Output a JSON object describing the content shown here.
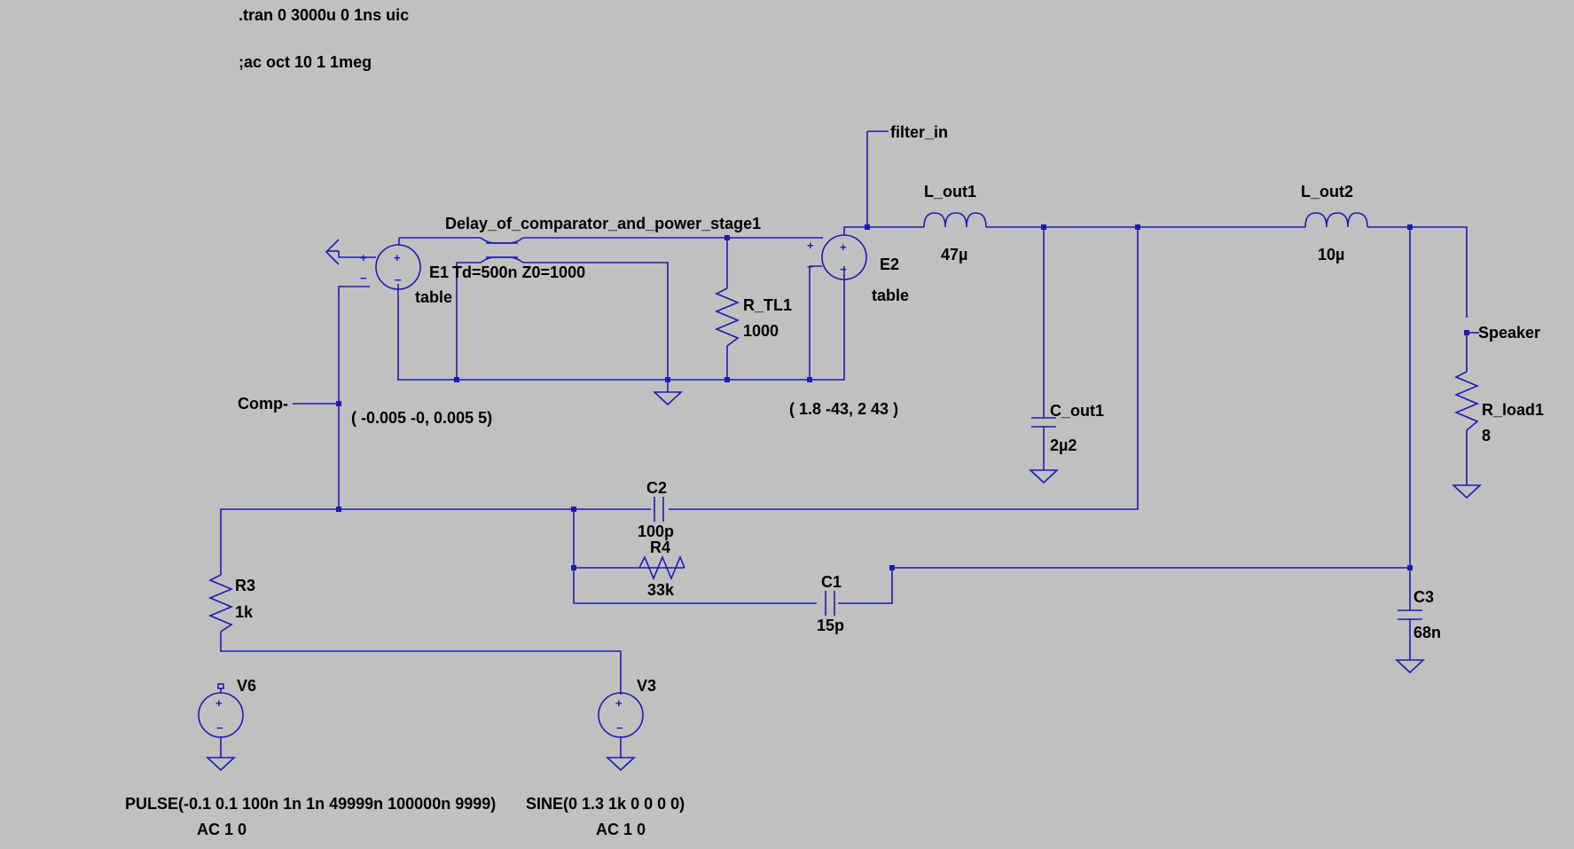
{
  "directives": {
    "tran": ".tran 0 3000u 0 1ns uic",
    "ac": ";ac oct 10 1 1meg"
  },
  "labels": {
    "filter_in": "filter_in",
    "speaker": "Speaker",
    "comp": "Comp-"
  },
  "components": {
    "tline": {
      "name": "Delay_of_comparator_and_power_stage1",
      "value": "Td=500n Z0=1000"
    },
    "e1": {
      "name": "E1",
      "value": "table",
      "table": "( -0.005 -0, 0.005 5)"
    },
    "e2": {
      "name": "E2",
      "value": "table",
      "table": "( 1.8 -43, 2 43 )"
    },
    "r_tl1": {
      "name": "R_TL1",
      "value": "1000"
    },
    "l_out1": {
      "name": "L_out1",
      "value": "47µ"
    },
    "l_out2": {
      "name": "L_out2",
      "value": "10µ"
    },
    "c_out1": {
      "name": "C_out1",
      "value": "2µ2"
    },
    "r_load1": {
      "name": "R_load1",
      "value": "8"
    },
    "c2": {
      "name": "C2",
      "value": "100p"
    },
    "r4": {
      "name": "R4",
      "value": "33k"
    },
    "c1": {
      "name": "C1",
      "value": "15p"
    },
    "c3": {
      "name": "C3",
      "value": "68n"
    },
    "r3": {
      "name": "R3",
      "value": "1k"
    },
    "v6": {
      "name": "V6",
      "value": "PULSE(-0.1 0.1 100n 1n 1n 49999n 100000n 9999)",
      "ac": "AC 1 0"
    },
    "v3": {
      "name": "V3",
      "value": "SINE(0 1.3 1k 0 0 0 0)",
      "ac": "AC 1 0"
    }
  },
  "colors": {
    "background": "#c0c0c0",
    "wire": "#1c1cb0",
    "text": "#000000"
  }
}
